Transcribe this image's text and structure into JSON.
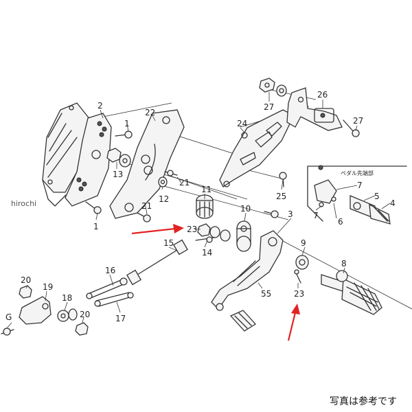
{
  "watermark": "hirochi",
  "footer_note": "写真は参考です",
  "inset_note": "ペダル先端部",
  "part_labels": [
    "2",
    "22",
    "1",
    "13",
    "21",
    "21",
    "12",
    "11",
    "24",
    "25",
    "26",
    "27",
    "27",
    "3",
    "10",
    "23",
    "14",
    "15",
    "16",
    "17",
    "18",
    "19",
    "20",
    "20",
    "G",
    "9",
    "55",
    "23",
    "8",
    "5",
    "4",
    "6",
    "7",
    "7",
    "1"
  ],
  "colors": {
    "arrow": "#e32222",
    "line": "#333333"
  }
}
